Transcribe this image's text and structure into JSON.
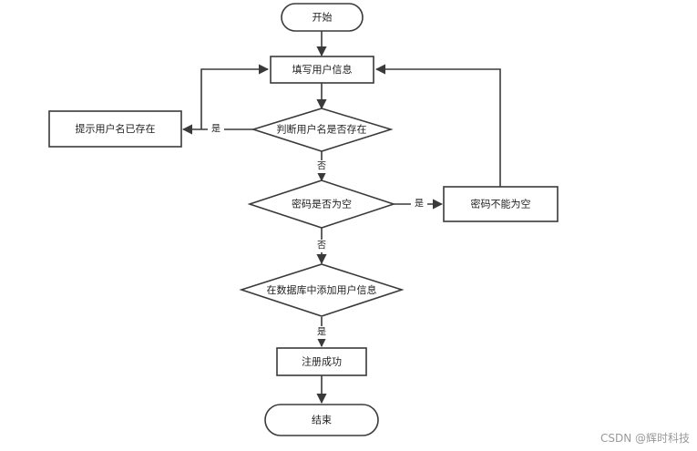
{
  "diagram": {
    "nodes": {
      "start": "开始",
      "fill_info": "填写用户信息",
      "username_exists_prompt": "提示用户名已存在",
      "check_username": "判断用户名是否存在",
      "check_password_empty": "密码是否为空",
      "password_empty_prompt": "密码不能为空",
      "add_to_db": "在数据库中添加用户信息",
      "register_success": "注册成功",
      "end": "结束"
    },
    "edges": {
      "username_yes": "是",
      "username_no": "否",
      "password_yes": "是",
      "password_no": "否",
      "db_yes": "是"
    }
  },
  "watermark": "CSDN @辉时科技"
}
